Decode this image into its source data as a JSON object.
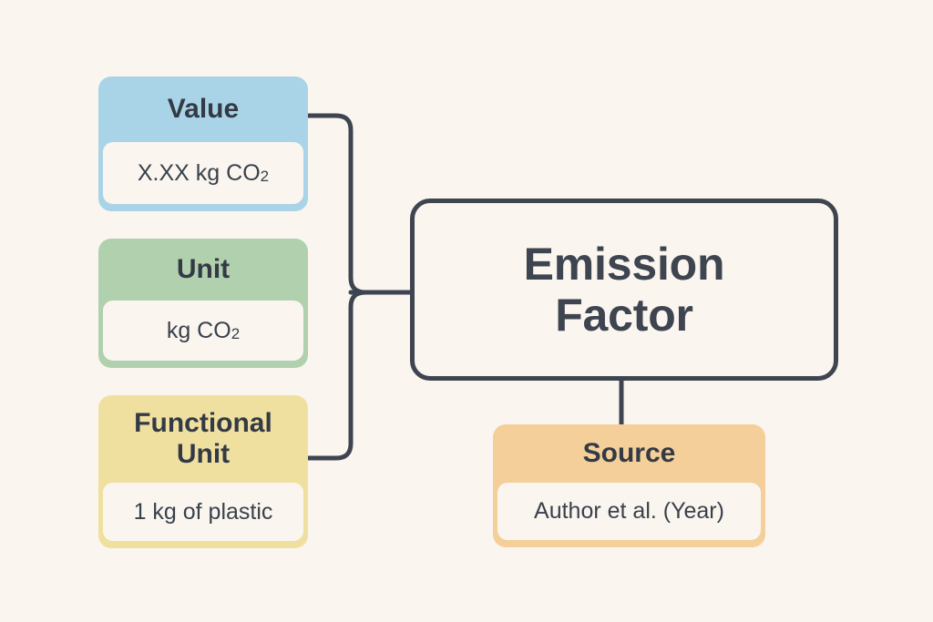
{
  "background_color": "#faf6ef",
  "line_color": "#3e4450",
  "text_color": "#3e4450",
  "center": {
    "label_line1": "Emission",
    "label_line2": "Factor"
  },
  "cards": {
    "value": {
      "header": "Value",
      "body_text": "X.XX kg CO",
      "body_subscript": "2",
      "header_color": "#a9d4e7",
      "body_color": "#faf6ef"
    },
    "unit": {
      "header": "Unit",
      "body_text": "kg CO",
      "body_subscript": "2",
      "header_color": "#b0d0ae",
      "body_color": "#faf6ef"
    },
    "functional_unit": {
      "header_line1": "Functional",
      "header_line2": "Unit",
      "body_text": "1 kg of plastic",
      "header_color": "#f0e0a0",
      "body_color": "#faf6ef"
    },
    "source": {
      "header": "Source",
      "body_text": "Author et al. (Year)",
      "header_color": "#f4cf9a",
      "body_color": "#faf6ef"
    }
  }
}
